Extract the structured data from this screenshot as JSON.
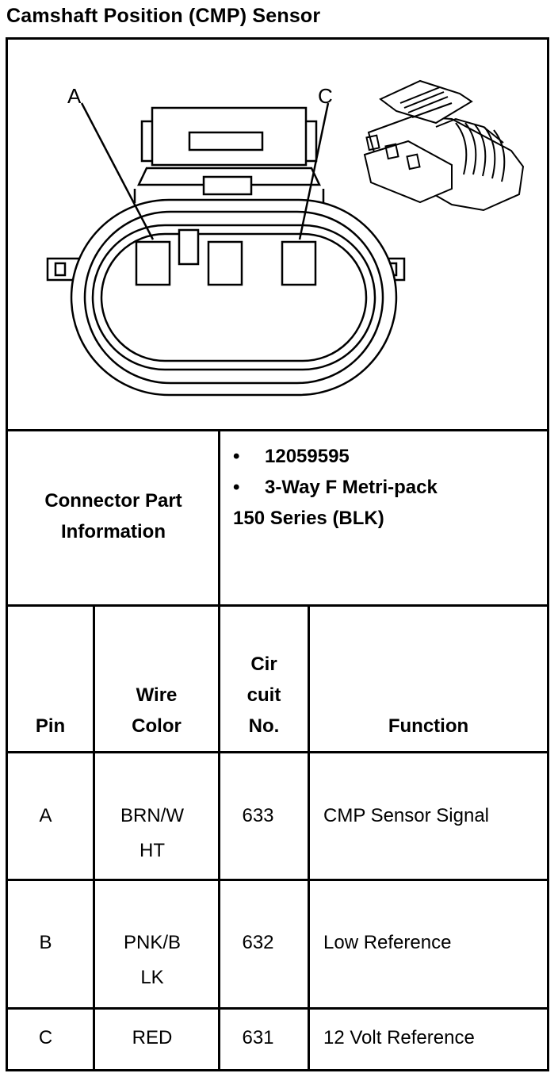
{
  "title": "Camshaft Position (CMP) Sensor",
  "diagram": {
    "label_a": "A",
    "label_c": "C"
  },
  "connector": {
    "label_line1": "Connector Part",
    "label_line2": "Information",
    "part_number": "12059595",
    "description": "3-Way F Metri-pack",
    "series": "150 Series (BLK)",
    "bullet": "•"
  },
  "table": {
    "headers": {
      "pin": "Pin",
      "wire_line1": "Wire",
      "wire_line2": "Color",
      "circuit_line1": "Cir",
      "circuit_line2": "cuit",
      "circuit_line3": "No.",
      "function": "Function"
    },
    "rows": [
      {
        "pin": "A",
        "wire_line1": "BRN/W",
        "wire_line2": "HT",
        "circuit": "633",
        "function": "CMP Sensor Signal"
      },
      {
        "pin": "B",
        "wire_line1": "PNK/B",
        "wire_line2": "LK",
        "circuit": "632",
        "function": "Low Reference"
      },
      {
        "pin": "C",
        "wire_line1": "RED",
        "wire_line2": "",
        "circuit": "631",
        "function": "12 Volt Reference"
      }
    ]
  }
}
